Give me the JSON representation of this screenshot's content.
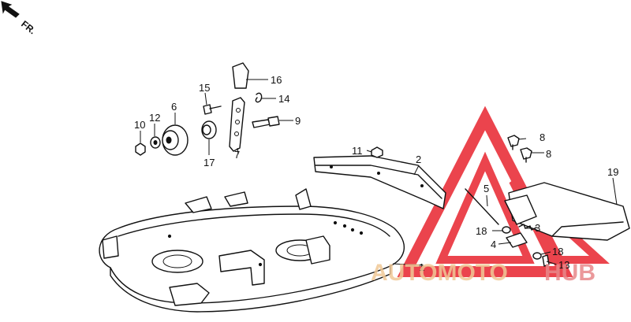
{
  "orientation": {
    "label": "FR.",
    "icon": "front-direction-arrow-icon"
  },
  "callouts": {
    "c1": "1",
    "c2": "2",
    "c3": "3",
    "c4": "4",
    "c5": "5",
    "c6": "6",
    "c7": "7",
    "c8a": "8",
    "c8b": "8",
    "c9": "9",
    "c10": "10",
    "c11": "11",
    "c12": "12",
    "c13": "13",
    "c14": "14",
    "c15": "15",
    "c16": "16",
    "c17": "17",
    "c18a": "18",
    "c18b": "18",
    "c19": "19"
  },
  "watermark": {
    "part1": "AUTOMOTO",
    "part2": "HUB",
    "color_main": "#f0c896",
    "color_accent": "#e8888a",
    "logo_color": "#e8242e"
  }
}
